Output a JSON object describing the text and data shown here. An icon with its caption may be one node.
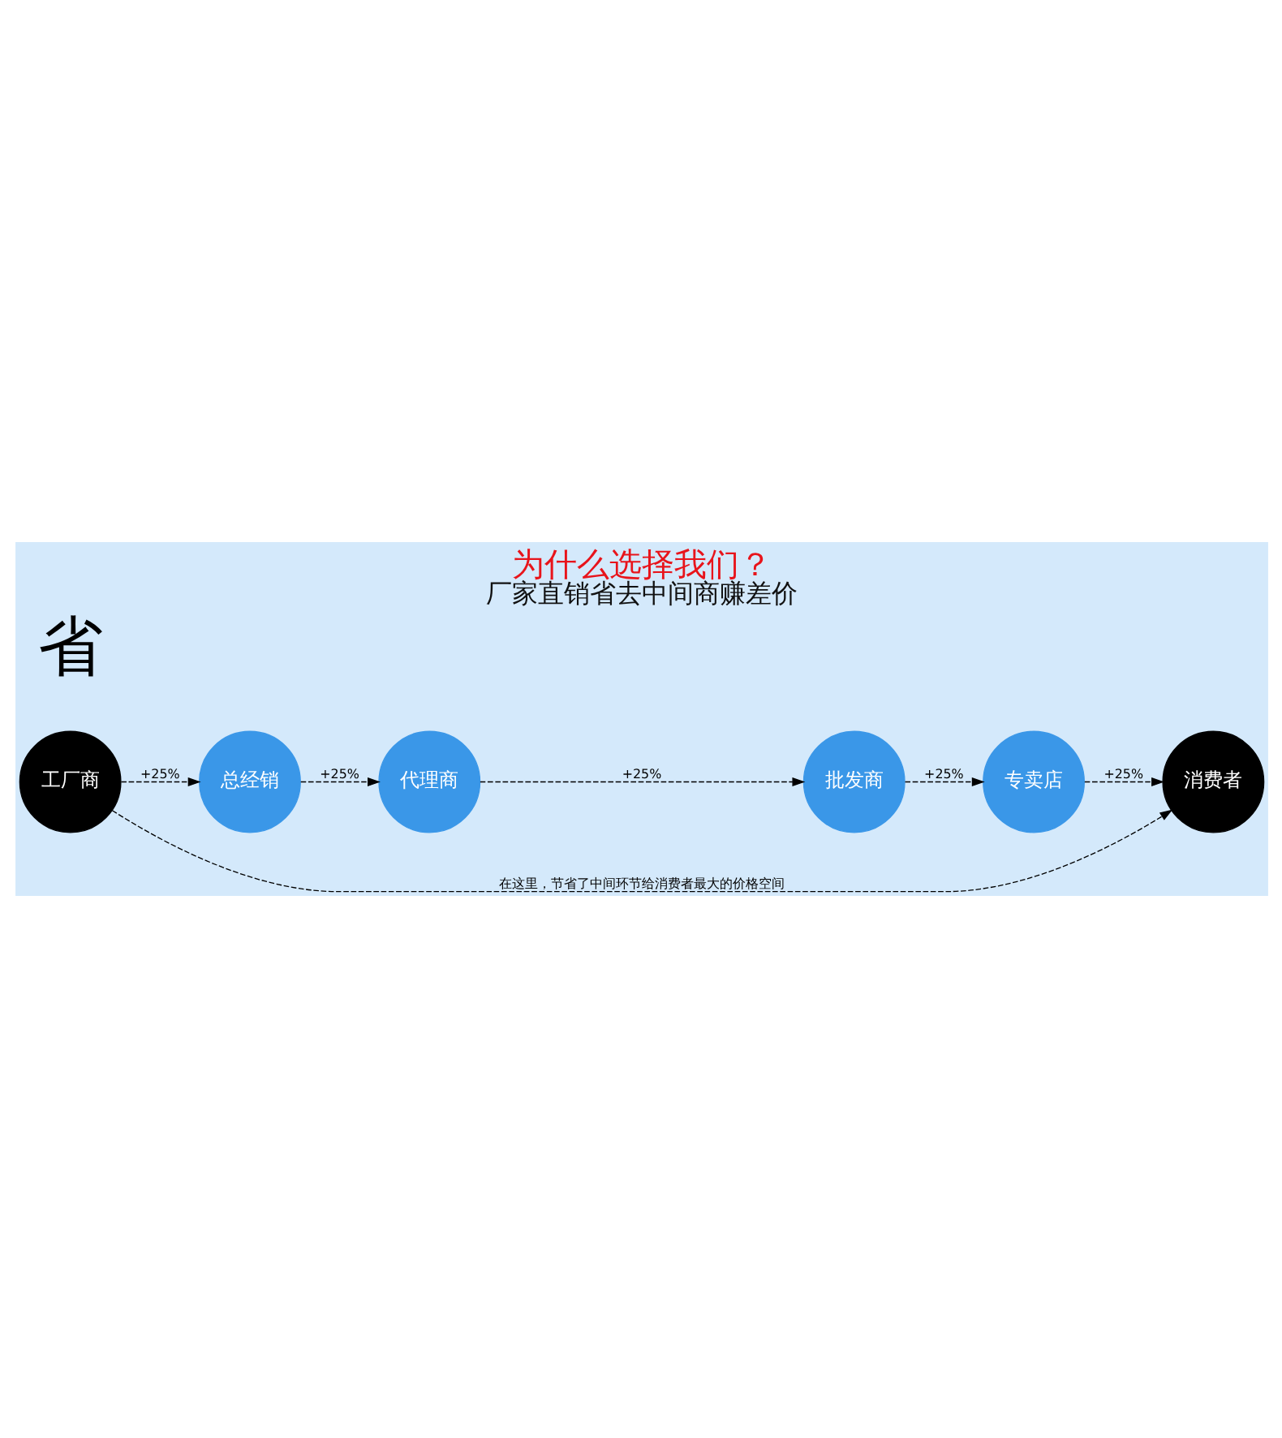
{
  "diagram": {
    "title": "为什么选择我们？",
    "caption": "厂家直销省去中间商赚差价",
    "nodes": [
      {
        "text": [
          "工厂商"
        ]
      },
      {
        "text": [
          "总经销"
        ]
      },
      {
        "text": [
          "代理商"
        ]
      },
      {
        "text": [
          "批发商"
        ]
      },
      {
        "text": [
          "专卖店"
        ]
      },
      {
        "text": [
          "消费者"
        ]
      }
    ],
    "edges": [
      {
        "from": 0,
        "to": 1,
        "arrow": "to",
        "style": "dashed",
        "label": "+25%"
      },
      {
        "from": 1,
        "to": 2,
        "arrow": "to",
        "style": "dashed",
        "label": "+25%"
      },
      {
        "from": 2,
        "to": 3,
        "arrow": "to",
        "style": "dashed",
        "label": "+25%"
      },
      {
        "from": 3,
        "to": 4,
        "arrow": "to",
        "style": "dashed",
        "label": "+25%"
      },
      {
        "from": 4,
        "to": 5,
        "arrow": "to",
        "style": "dashed",
        "label": "+25%"
      },
      {
        "from": 0,
        "to": 5,
        "arrow": "to",
        "style": "dashed",
        "label": "在这里，节省了中间环节给消费者最大的价格空间"
      }
    ],
    "labels": [
      "省"
    ]
  }
}
